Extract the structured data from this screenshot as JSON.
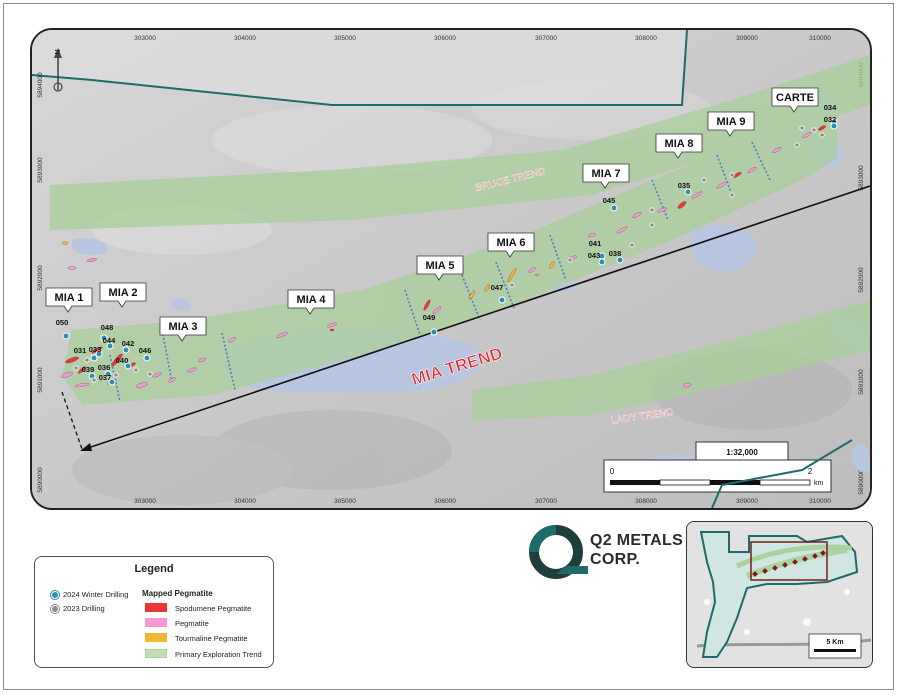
{
  "map": {
    "eastings": [
      "303000",
      "304000",
      "305000",
      "306000",
      "307000",
      "308000",
      "309000",
      "310000"
    ],
    "northings_left": [
      "5893000",
      "5892000",
      "5891000",
      "5890000"
    ],
    "northings_right": [
      "5894000",
      "5893000",
      "5892000",
      "5891000",
      "5890000"
    ],
    "top_left_northing": "5894000",
    "north_arrow_label": "N",
    "zones": [
      "MIA 1",
      "MIA 2",
      "MIA 3",
      "MIA 4",
      "MIA 5",
      "MIA 6",
      "MIA 7",
      "MIA 8",
      "MIA 9",
      "CARTE"
    ],
    "trend_mia": "MIA TREND",
    "trend_bruce": "BRUCE TREND",
    "trend_lady": "LADY TREND",
    "scale_ratio": "1:32,000",
    "scale_start": "0",
    "scale_end": "2",
    "scale_unit": "km",
    "holes": [
      "050",
      "048",
      "044",
      "042",
      "031",
      "033",
      "046",
      "040",
      "039",
      "036",
      "037",
      "049",
      "047",
      "041",
      "043",
      "038",
      "045",
      "035",
      "034",
      "032"
    ]
  },
  "legend": {
    "title": "Legend",
    "drill_2024": "2024 Winter Drilling",
    "drill_2023": "2023 Drilling",
    "mapped_header": "Mapped Pegmatite",
    "spodumene": "Spodumene Pegmatite",
    "pegmatite": "Pegmatite",
    "tourmaline": "Tourmaline Pegmatite",
    "trend": "Primary Exploration Trend"
  },
  "logo": {
    "line1": "Q2 METALS",
    "line2": "CORP."
  },
  "inset": {
    "scale_label": "5 Km"
  },
  "colors": {
    "trend_fill": "#a9cf9a",
    "spodumene": "#e8363a",
    "pegmatite": "#f39ad6",
    "tourmaline": "#f2b632",
    "drill_2024": "#2a8fb0",
    "drill_2023": "#8c8c8c",
    "water": "#b9c6e2",
    "claim_line": "#1f6b69"
  }
}
